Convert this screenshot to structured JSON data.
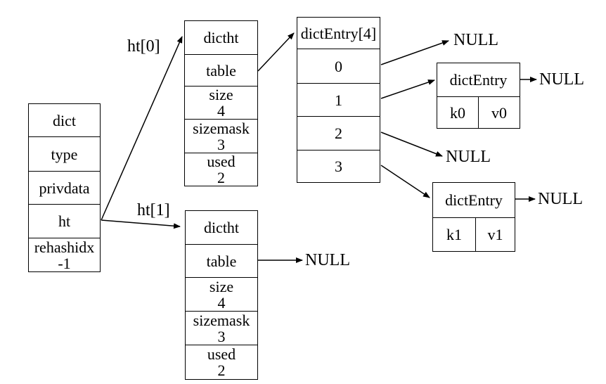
{
  "colors": {
    "background": "#ffffff",
    "line": "#000000",
    "text": "#000000"
  },
  "pointer_labels": {
    "ht0": "ht[0]",
    "ht1": "ht[1]"
  },
  "null_label": "NULL",
  "boxes": {
    "dict": {
      "rows": [
        [
          "dict"
        ],
        [
          "type"
        ],
        [
          "privdata"
        ],
        [
          "ht"
        ],
        [
          "rehashidx",
          "-1"
        ]
      ]
    },
    "ht0_table": {
      "rows": [
        [
          "dictht"
        ],
        [
          "table"
        ],
        [
          "size",
          "4"
        ],
        [
          "sizemask",
          "3"
        ],
        [
          "used",
          "2"
        ]
      ]
    },
    "bucket_array": {
      "rows": [
        [
          "dictEntry[4]"
        ],
        [
          "0"
        ],
        [
          "1"
        ],
        [
          "2"
        ],
        [
          "3"
        ]
      ]
    },
    "entry_k0": {
      "title": "dictEntry",
      "key": "k0",
      "value": "v0"
    },
    "entry_k1": {
      "title": "dictEntry",
      "key": "k1",
      "value": "v1"
    },
    "ht1_table": {
      "rows": [
        [
          "dictht"
        ],
        [
          "table"
        ],
        [
          "size",
          "4"
        ],
        [
          "sizemask",
          "3"
        ],
        [
          "used",
          "2"
        ]
      ]
    }
  }
}
